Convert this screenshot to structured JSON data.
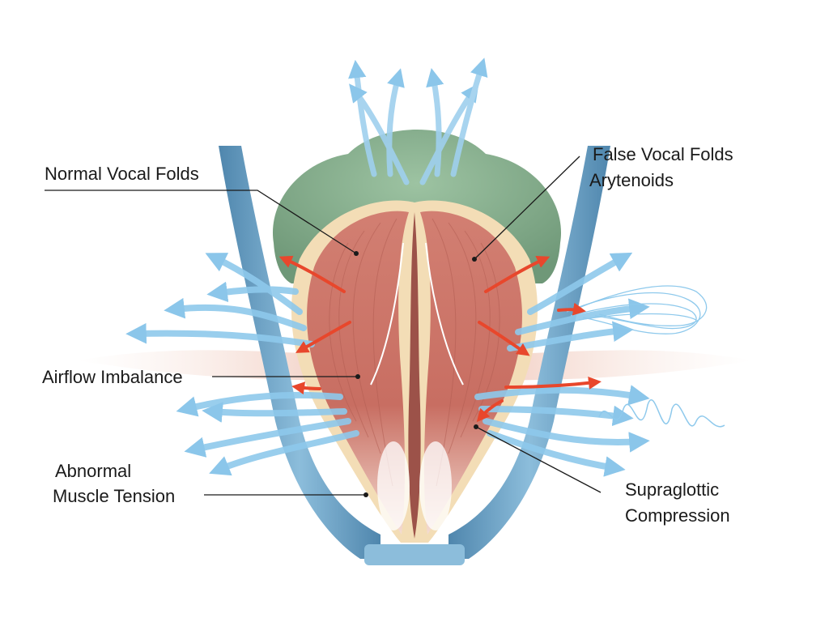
{
  "labels": {
    "normal_vocal_folds": "Normal Vocal Folds",
    "false_vocal_folds": "False Vocal Folds",
    "arytenoids": "Arytenoids",
    "airflow_imbalance": "Airflow Imbalance",
    "abnormal_line1": "Abnormal",
    "abnormal_line2": "Muscle Tension",
    "supraglottic_line1": "Supraglottic",
    "supraglottic_line2": "Compression"
  },
  "colors": {
    "airflow": "#8ec9ec",
    "force_arrow": "#e8472c",
    "tube": "#6b9fc3",
    "epiglottis": "#86ad8e",
    "muscle": "#d98c7e",
    "rim": "#f3ddb6"
  },
  "icons": [
    "airflow-arrow-icon",
    "tension-arrow-icon"
  ]
}
